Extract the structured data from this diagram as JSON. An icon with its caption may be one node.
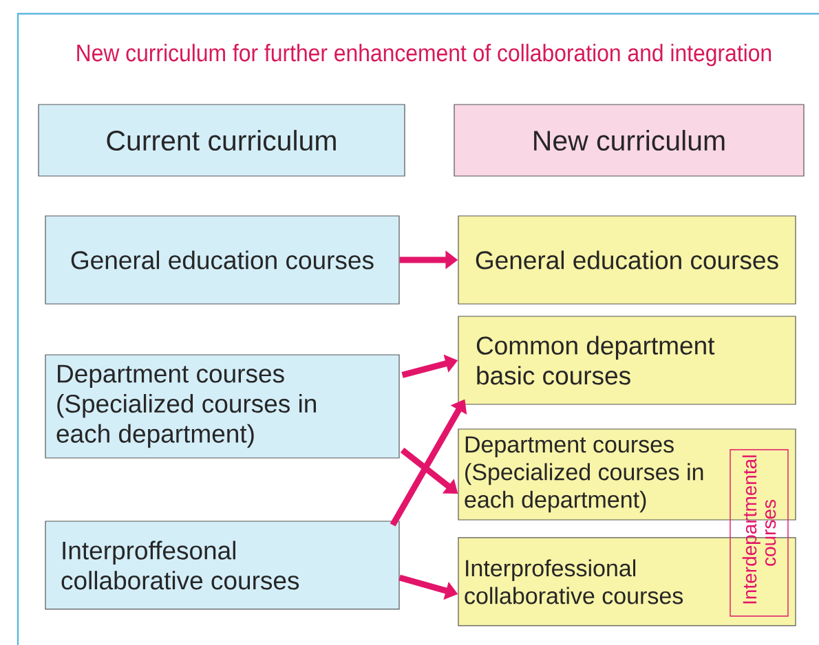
{
  "diagram": {
    "title": "New curriculum for further enhancement of collaboration and integration",
    "nodes": [
      {
        "text": [
          "Current curriculum"
        ]
      },
      {
        "text": [
          "New curriculum"
        ]
      },
      {
        "text": [
          "General education courses"
        ]
      },
      {
        "text": [
          "Department courses (Specialized courses in each department)"
        ]
      },
      {
        "text": [
          "Interproffesonal collaborative courses"
        ]
      },
      {
        "text": [
          "General education courses"
        ]
      },
      {
        "text": [
          "Common department basic courses"
        ]
      },
      {
        "text": [
          "Department courses (Specialized courses in each department)"
        ]
      },
      {
        "text": [
          "Interprofessional collaborative courses"
        ]
      },
      {
        "text": [
          "Interdepartmental courses"
        ]
      }
    ],
    "edges": [
      {
        "from": 2,
        "to": 5,
        "arrow": "to"
      },
      {
        "from": 3,
        "to": 6,
        "arrow": "to"
      },
      {
        "from": 3,
        "to": 7,
        "arrow": "to"
      },
      {
        "from": 4,
        "to": 6,
        "arrow": "to"
      },
      {
        "from": 4,
        "to": 8,
        "arrow": "to"
      }
    ]
  }
}
